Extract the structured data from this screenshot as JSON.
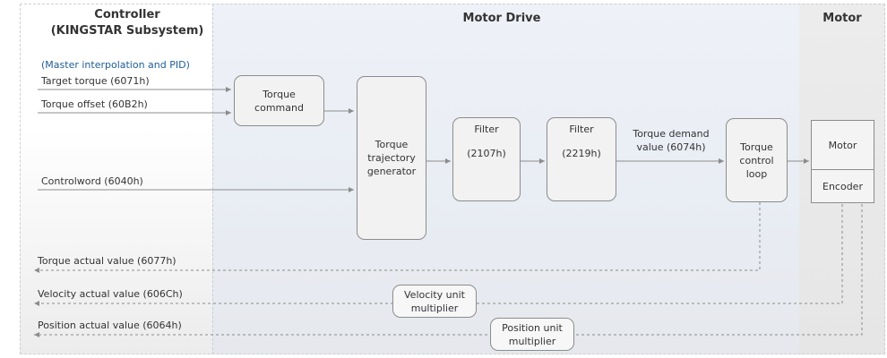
{
  "sections": {
    "controller": {
      "title_line1": "Controller",
      "title_line2": "(KINGSTAR Subsystem)",
      "note": "(Master interpolation and PID)"
    },
    "drive": {
      "title": "Motor Drive"
    },
    "motor": {
      "title": "Motor"
    }
  },
  "inputs": {
    "target_torque": "Target torque (6071h)",
    "torque_offset": "Torque offset (60B2h)",
    "controlword": "Controlword (6040h)"
  },
  "feedback": {
    "torque_actual": "Torque actual value (6077h)",
    "velocity_actual": "Velocity actual value (606Ch)",
    "position_actual": "Position actual value (6064h)"
  },
  "blocks": {
    "torque_command": [
      "Torque",
      "command"
    ],
    "trajectory_generator": [
      "Torque",
      "trajectory",
      "generator"
    ],
    "filter_1": [
      "Filter",
      "(2107h)"
    ],
    "filter_2": [
      "Filter",
      "(2219h)"
    ],
    "torque_demand": [
      "Torque demand",
      "value (6074h)"
    ],
    "control_loop": [
      "Torque",
      "control",
      "loop"
    ],
    "motor": "Motor",
    "encoder": "Encoder",
    "velocity_multiplier": [
      "Velocity unit",
      "multiplier"
    ],
    "position_multiplier": [
      "Position unit",
      "multiplier"
    ]
  },
  "colors": {
    "drive_bg": "#e9edf4",
    "note": "#1f5c99",
    "line": "#8c8c8c"
  }
}
